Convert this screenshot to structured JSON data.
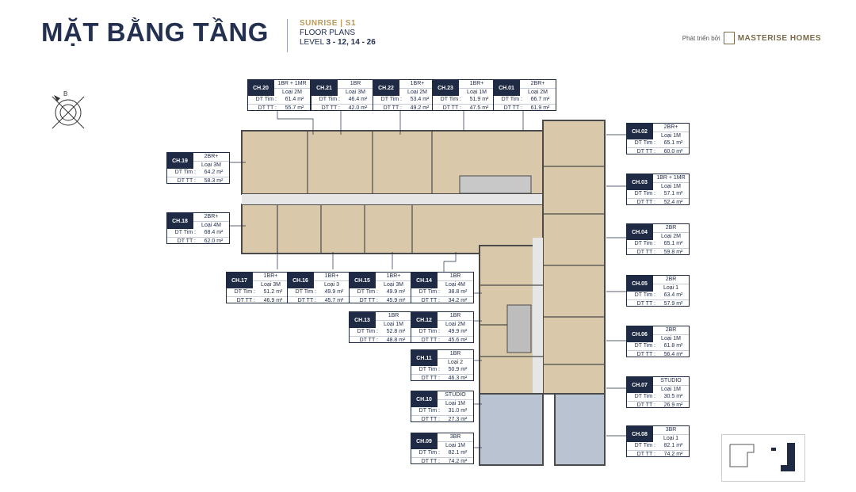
{
  "header": {
    "title": "MẶT BẰNG TẦNG",
    "project": "SUNRISE | S1",
    "subtitle": "FLOOR PLANS",
    "level_label": "LEVEL",
    "level_value": "3 - 12, 14 - 26",
    "developer_prefix": "Phát triển bởi",
    "developer": "MASTERISE HOMES"
  },
  "compass": {
    "label": "B"
  },
  "units": [
    {
      "code": "CH.20",
      "type": "1BR + 1MR",
      "loai": "Loại 2M",
      "dt_tim": "61.4 m²",
      "dt_tt": "55.7 m²"
    },
    {
      "code": "CH.21",
      "type": "1BR",
      "loai": "Loại 3M",
      "dt_tim": "46.4 m²",
      "dt_tt": "42.0 m²"
    },
    {
      "code": "CH.22",
      "type": "1BR+",
      "loai": "Loại 2M",
      "dt_tim": "53.4 m²",
      "dt_tt": "49.2 m²"
    },
    {
      "code": "CH.23",
      "type": "1BR+",
      "loai": "Loại 1M",
      "dt_tim": "51.9 m²",
      "dt_tt": "47.5 m²"
    },
    {
      "code": "CH.01",
      "type": "2BR+",
      "loai": "Loại 2M",
      "dt_tim": "66.7 m²",
      "dt_tt": "61.9 m²"
    },
    {
      "code": "CH.19",
      "type": "2BR+",
      "loai": "Loại 3M",
      "dt_tim": "64.2 m²",
      "dt_tt": "58.3 m²"
    },
    {
      "code": "CH.18",
      "type": "2BR+",
      "loai": "Loại 4M",
      "dt_tim": "68.4 m²",
      "dt_tt": "62.0 m²"
    },
    {
      "code": "CH.17",
      "type": "1BR+",
      "loai": "Loại 3M",
      "dt_tim": "51.2 m²",
      "dt_tt": "46.9 m²"
    },
    {
      "code": "CH.16",
      "type": "1BR+",
      "loai": "Loại 3",
      "dt_tim": "49.9 m²",
      "dt_tt": "45.7 m²"
    },
    {
      "code": "CH.15",
      "type": "1BR+",
      "loai": "Loại 3M",
      "dt_tim": "49.9 m²",
      "dt_tt": "45.9 m²"
    },
    {
      "code": "CH.14",
      "type": "1BR",
      "loai": "Loại 4M",
      "dt_tim": "38.8 m²",
      "dt_tt": "34.2 m²"
    },
    {
      "code": "CH.13",
      "type": "1BR",
      "loai": "Loại 1M",
      "dt_tim": "52.8 m²",
      "dt_tt": "48.8 m²"
    },
    {
      "code": "CH.12",
      "type": "1BR",
      "loai": "Loại 2M",
      "dt_tim": "49.9 m²",
      "dt_tt": "45.6 m²"
    },
    {
      "code": "CH.11",
      "type": "1BR",
      "loai": "Loại 2",
      "dt_tim": "50.9 m²",
      "dt_tt": "46.3 m²"
    },
    {
      "code": "CH.10",
      "type": "STUDIO",
      "loai": "Loại 1M",
      "dt_tim": "31.0 m²",
      "dt_tt": "27.3 m²"
    },
    {
      "code": "CH.09",
      "type": "3BR",
      "loai": "Loại 1M",
      "dt_tim": "82.1 m²",
      "dt_tt": "74.2 m²"
    },
    {
      "code": "CH.02",
      "type": "2BR+",
      "loai": "Loại 1M",
      "dt_tim": "65.1 m²",
      "dt_tt": "60.0 m²"
    },
    {
      "code": "CH.03",
      "type": "1BR + 1MR",
      "loai": "Loại 1M",
      "dt_tim": "57.1 m²",
      "dt_tt": "52.4 m²"
    },
    {
      "code": "CH.04",
      "type": "2BR",
      "loai": "Loại 2M",
      "dt_tim": "65.1 m²",
      "dt_tt": "59.8 m²"
    },
    {
      "code": "CH.05",
      "type": "2BR",
      "loai": "Loại 1",
      "dt_tim": "63.4 m²",
      "dt_tt": "57.9 m²"
    },
    {
      "code": "CH.06",
      "type": "2BR",
      "loai": "Loại 1M",
      "dt_tim": "61.8 m²",
      "dt_tt": "56.4 m²"
    },
    {
      "code": "CH.07",
      "type": "STUDIO",
      "loai": "Loại 1M",
      "dt_tim": "30.5 m²",
      "dt_tt": "26.9 m²"
    },
    {
      "code": "CH.08",
      "type": "3BR",
      "loai": "Loại 1",
      "dt_tim": "82.1 m²",
      "dt_tt": "74.2 m²"
    }
  ],
  "labels": {
    "dt_tim": "DT Tim :",
    "dt_tt": "DT TT :"
  },
  "colors": {
    "navy": "#1f2a44",
    "gold": "#b79a5b",
    "wall": "#4a4a4a",
    "floor_warm": "#d9c8aa",
    "floor_cool": "#b9c3d1"
  }
}
